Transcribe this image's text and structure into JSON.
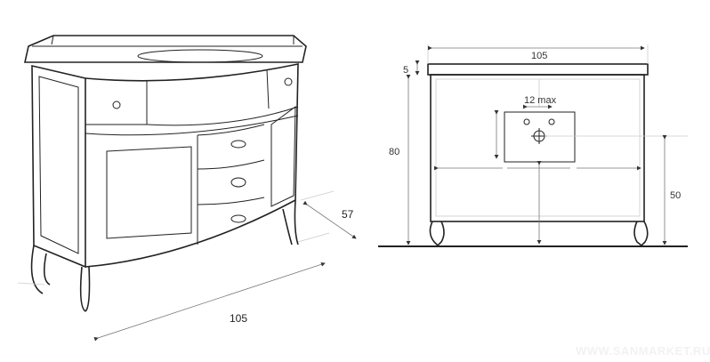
{
  "isometric_view": {
    "depth_label": "57",
    "width_label": "105"
  },
  "front_view": {
    "width_label": "105",
    "top_thickness_label": "5",
    "height_label": "80",
    "tap_spacing_label": "12 max",
    "drain_height_label": "50"
  },
  "watermark": "WWW.SANMARKET.RU"
}
